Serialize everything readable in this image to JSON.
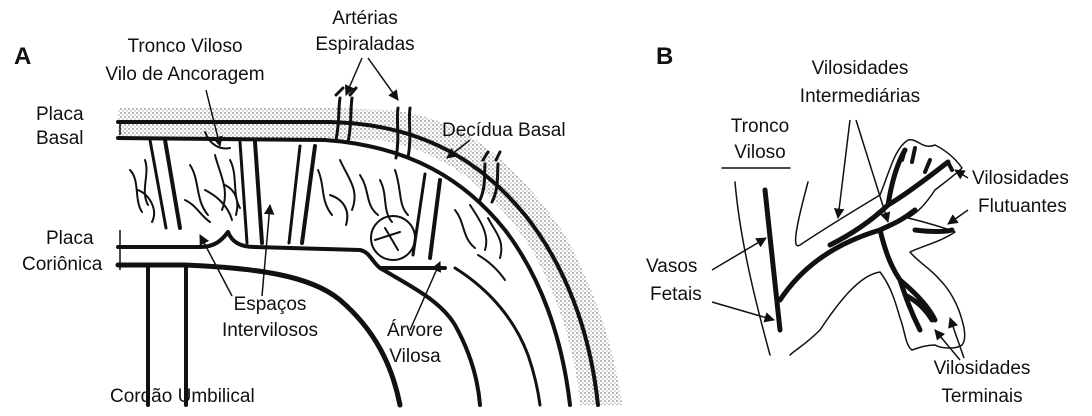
{
  "panelA": {
    "letter": "A",
    "labels": {
      "tronco_viloso": "Tronco Viloso",
      "vilo_ancoragem": "Vilo de Ancoragem",
      "arterias_1": "Artérias",
      "arterias_2": "Espiraladas",
      "placa_basal_1": "Placa",
      "placa_basal_2": "Basal",
      "decidua_basal": "Decídua Basal",
      "placa_corionica_1": "Placa",
      "placa_corionica_2": "Coriônica",
      "espacos_1": "Espaços",
      "espacos_2": "Intervilosos",
      "arvore_1": "Árvore",
      "arvore_2": "Vilosa",
      "cordao": "Cordão Umbilical"
    }
  },
  "panelB": {
    "letter": "B",
    "labels": {
      "vil_inter_1": "Vilosidades",
      "vil_inter_2": "Intermediárias",
      "tronco_1": "Tronco",
      "tronco_2": "Viloso",
      "vil_flut_1": "Vilosidades",
      "vil_flut_2": "Flutuantes",
      "vasos_1": "Vasos",
      "vasos_2": "Fetais",
      "vil_term_1": "Vilosidades",
      "vil_term_2": "Terminais"
    }
  },
  "colors": {
    "ink": "#111111",
    "decidua": "#bdbdbd"
  }
}
